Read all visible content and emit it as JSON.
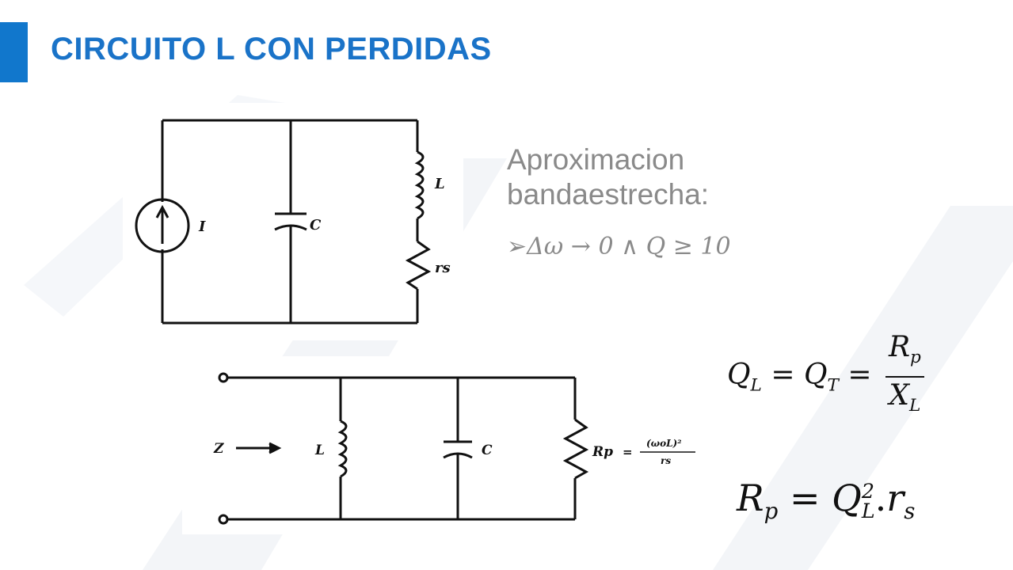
{
  "slide": {
    "title": "CIRCUITO L CON PERDIDAS",
    "accent_color": "#1177cc",
    "title_color": "#1a73c8"
  },
  "text": {
    "line1": "Aproximacion",
    "line2": "bandaestrecha:",
    "bullet_symbol": "➢",
    "bullet_expr": "Δω → 0  ∧ Q ≥ 10"
  },
  "figure1": {
    "source_label": "I",
    "capacitor_label": "C",
    "inductor_label": "L",
    "resistor_label": "rs"
  },
  "figure2": {
    "impedance_label": "Z",
    "inductor_label": "L",
    "capacitor_label": "C",
    "resistor_label": "Rp",
    "rp_numerator": "(ωoL)²",
    "rp_denominator": "rs"
  },
  "equations": {
    "q_l": "Q",
    "q_l_sub": "L",
    "q_t": "Q",
    "q_t_sub": "T",
    "eq_sign": "=",
    "num": "R",
    "num_sub": "p",
    "den": "X",
    "den_sub": "L",
    "rp_lhs": "R",
    "rp_lhs_sub": "p",
    "rp_q": "Q",
    "rp_q_sup": "2",
    "rp_q_sub": "L",
    "rp_dot": ".",
    "rp_r": "r",
    "rp_r_sub": "s"
  }
}
